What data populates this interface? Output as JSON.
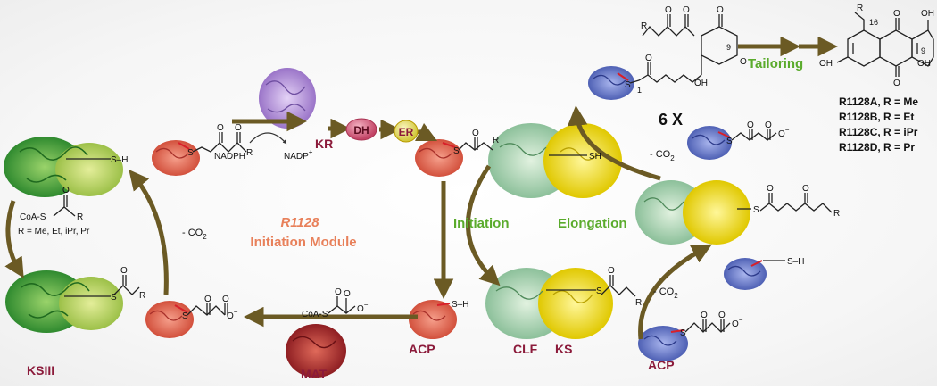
{
  "labels": {
    "ksiii": "KSIII",
    "mat": "MAT",
    "kr": "KR",
    "dh": "DH",
    "er": "ER",
    "acp_mid": "ACP",
    "clf": "CLF",
    "ks": "KS",
    "acp_right": "ACP",
    "initiation": "Initiation",
    "elongation": "Elongation",
    "module_name": "R1128",
    "module_subtitle": "Initiation Module",
    "tailoring": "Tailoring",
    "six_x": "6 X",
    "minus_co2_left": "- CO",
    "minus_co2_top": "- CO",
    "minus_co2_right": "- CO",
    "co2_sub": "2",
    "nadph": "NADPH",
    "nadp": "NADP",
    "nadp_sup": "+",
    "coa_s": "CoA-S",
    "r_options": "R = Me, Et, iPr, Pr",
    "sh": "SH",
    "s_h": "S–H",
    "s": "S",
    "o": "O",
    "oh": "OH",
    "ominus": "O",
    "minus": "−",
    "r": "R",
    "num16": "16",
    "num9": "9",
    "num1": "1"
  },
  "products": [
    "R1128A, R = Me",
    "R1128B, R = Et",
    "R1128C, R = iPr",
    "R1128D, R = Pr"
  ],
  "colors": {
    "arrow": "#6b5a24",
    "maroon": "#8b1a3a",
    "green_text": "#5aab2c",
    "orange_text": "#e8805a",
    "ks3_green": "#5cae3c",
    "ks3_light": "#b8d46a",
    "acp_red": "#e2705c",
    "acp_blue": "#6f7fc8",
    "kr_purple": "#b99ad8",
    "mat_red": "#c0393a",
    "clf_green": "#b8dcb8",
    "ks_yellow": "#f2e43a",
    "dh_fill": "#d9627e",
    "er_fill": "#e8e27a"
  }
}
